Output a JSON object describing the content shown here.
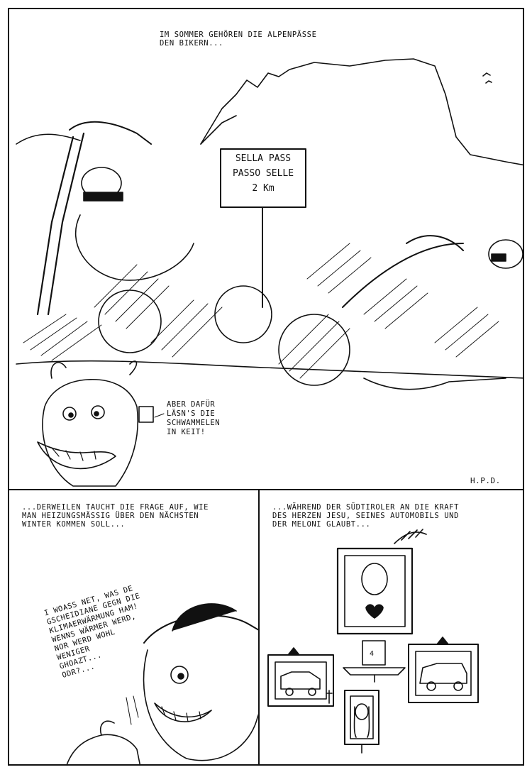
{
  "panels": {
    "top": {
      "caption": "IM SOMMER GEHÖREN DIE ALPENPÄSSE\nDEN BIKERN...",
      "sign": {
        "line1": "SELLA PASS",
        "line2": "PASSO SELLE",
        "line3": "2 Km"
      },
      "cow_speech": "ABER DAFÜR\nLÄSN'S DIE\nSCHWAMMELEN\nIN KEIT!",
      "signature": "H.P.D."
    },
    "bottom_left": {
      "caption": "...DERWEILEN TAUCHT DIE FRAGE AUF, WIE\nMAN HEIZUNGSMÄSSIG ÜBER DEN NÄCHSTEN\nWINTER KOMMEN SOLL...",
      "speech": "I WOASS NET, WAS DE\nGSCHEIDIANE GEGN DIE\nKLIMAERWÄRMUNG HAM!\nWENNS WÄRMER WERD,\nNOR WERD WOHL\nWENIGER\nGHOAZT...\nODR?..."
    },
    "bottom_right": {
      "caption": "...WÄHREND DER SÜDTIROLER AN DIE KRAFT\nDES HERZEN JESU, SEINES AUTOMOBILS UND\nDER MELONI GLAUBT...",
      "can_label": "4"
    }
  }
}
